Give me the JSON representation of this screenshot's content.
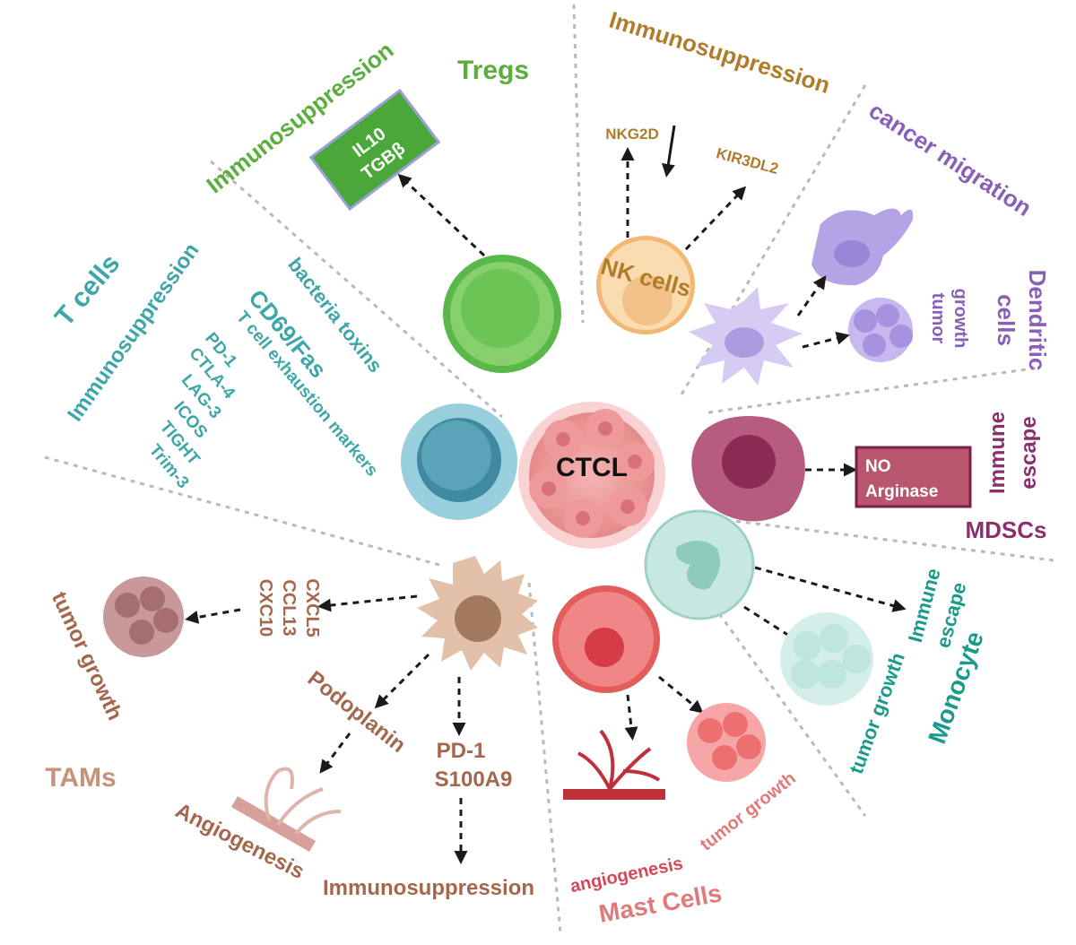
{
  "center": {
    "label": "CTCL"
  },
  "tregs": {
    "title": "Tregs",
    "effect": "Immunosuppression",
    "box_line1": "IL10",
    "box_line2": "TGBβ"
  },
  "nk": {
    "title": "NK cells",
    "effect": "Immunosuppression",
    "marker1": "NKG2D",
    "marker2": "KIR3DL2"
  },
  "dendritic": {
    "title_line1": "Dendritic",
    "title_line2": "cells",
    "effect1": "cancer migration",
    "effect2_line1": "tumor",
    "effect2_line2": "growth"
  },
  "mdsc": {
    "title": "MDSCs",
    "effect_line1": "Immune",
    "effect_line2": "escape",
    "box_line1": "NO",
    "box_line2": "Arginase"
  },
  "monocyte": {
    "title": "Monocyte",
    "effect1_line1": "Immune",
    "effect1_line2": "escape",
    "effect2": "tumor growth"
  },
  "mast": {
    "title": "Mast Cells",
    "effect1": "angiogenesis",
    "effect2": "tumor growth"
  },
  "tams": {
    "title": "TAMs",
    "markers_line1": "CXCL5",
    "markers_line2": "CCL13",
    "markers_line3": "CXC10",
    "effect_tumor": "tumor growth",
    "podoplanin": "Podoplanin",
    "angiogenesis": "Angiogenesis",
    "pd_line1": "PD-1",
    "pd_line2": "S100A9",
    "immuno": "Immunosuppression"
  },
  "tcells": {
    "title": "T cells",
    "effect": "Immunosuppression",
    "toxins": "bacteria toxins",
    "cd69": "CD69/Fas",
    "exhaustion": "T cell exhaustion markers",
    "markers": [
      "PD-1",
      "CTLA-4",
      "LAG-3",
      "ICOS",
      "TIGHT",
      "Trim-3"
    ]
  },
  "colors": {
    "tregs": "#5aaf3c",
    "nk": "#b07c2c",
    "dendritic": "#8a5fb8",
    "mdsc": "#8c2f6e",
    "monocyte": "#1a9a8c",
    "mast": "#e07a7a",
    "tams": "#a3674d",
    "tcells": "#3ea6a8"
  }
}
